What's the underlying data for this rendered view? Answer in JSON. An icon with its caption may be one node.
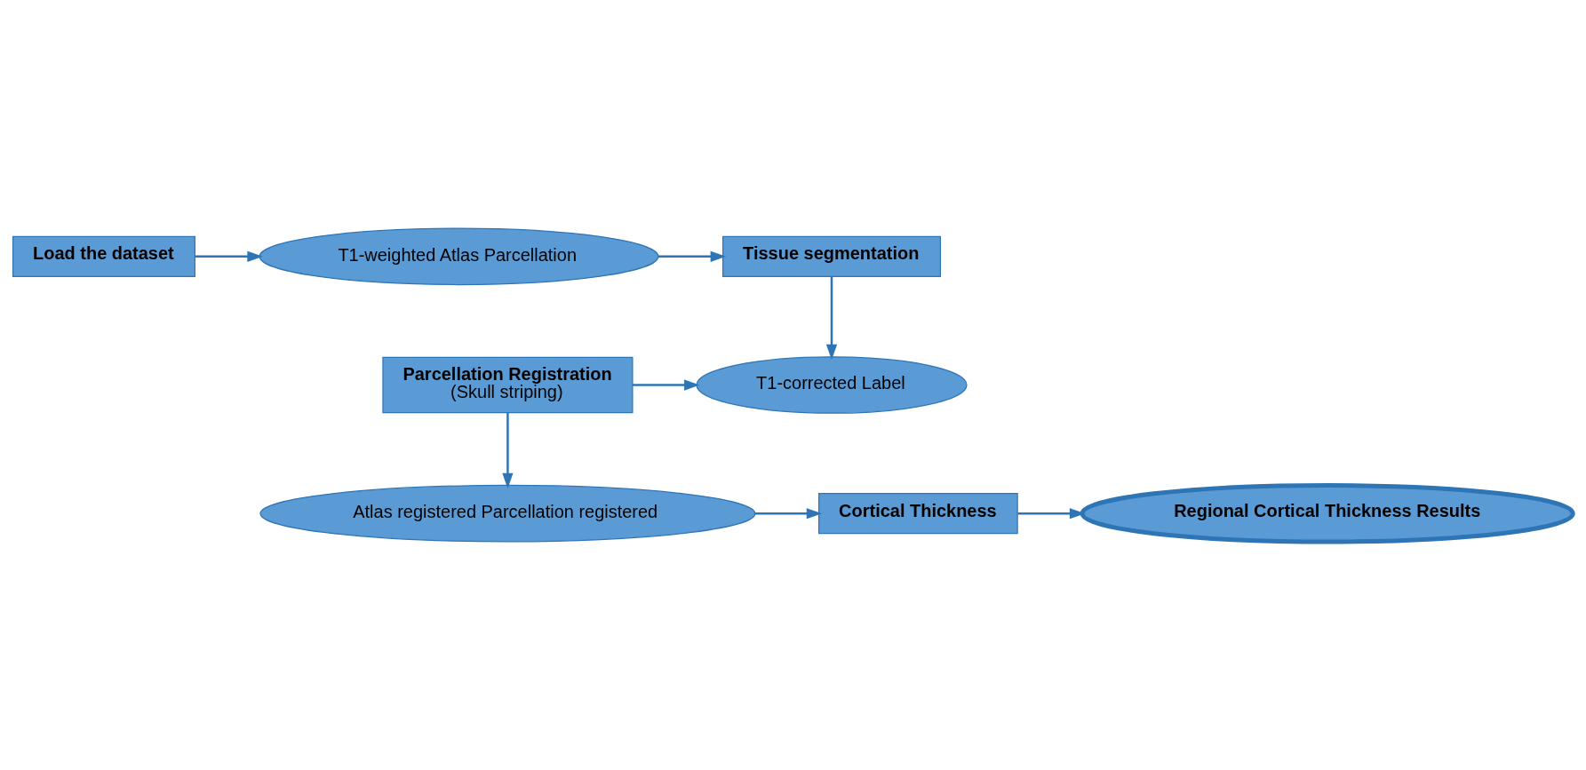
{
  "diagram": {
    "nodes": [
      {
        "text": [
          "Load the dataset"
        ]
      },
      {
        "text": [
          "T1-weighted Atlas Parcellation"
        ]
      },
      {
        "text": [
          "Tissue segmentation"
        ]
      },
      {
        "text": [
          "Parcellation Registration",
          "(Skull striping)"
        ]
      },
      {
        "text": [
          "T1-corrected Label"
        ]
      },
      {
        "text": [
          "Atlas registered Parcellation registered"
        ]
      },
      {
        "text": [
          "Cortical Thickness"
        ]
      },
      {
        "text": [
          "Regional Cortical Thickness Results"
        ]
      }
    ],
    "edges": [
      {
        "from": 0,
        "to": 1,
        "arrow": "to"
      },
      {
        "from": 1,
        "to": 2,
        "arrow": "to"
      },
      {
        "from": 2,
        "to": 4,
        "arrow": "to"
      },
      {
        "from": 3,
        "to": 4,
        "arrow": "to"
      },
      {
        "from": 3,
        "to": 5,
        "arrow": "to"
      },
      {
        "from": 5,
        "to": 6,
        "arrow": "to"
      },
      {
        "from": 6,
        "to": 7,
        "arrow": "to"
      }
    ]
  }
}
